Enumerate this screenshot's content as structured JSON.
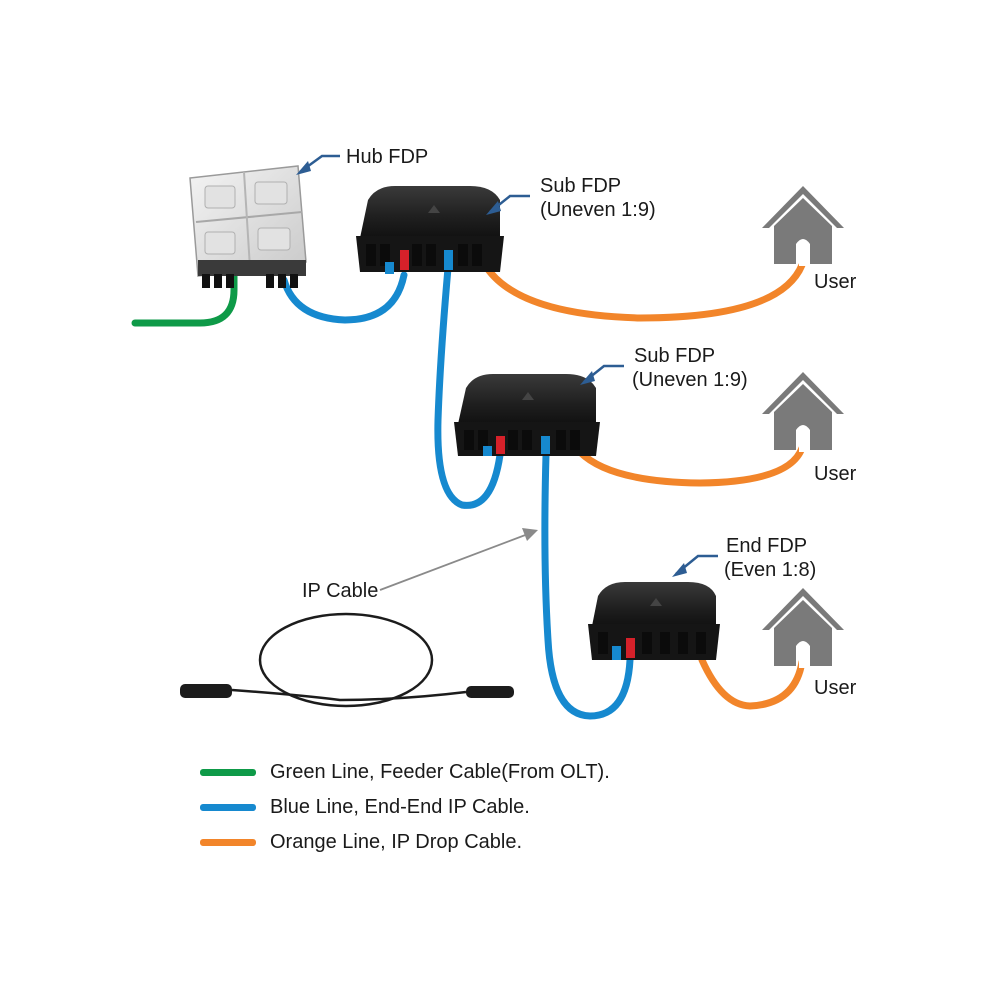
{
  "labels": {
    "hub_fdp": "Hub FDP",
    "sub_fdp_1_title": "Sub FDP",
    "sub_fdp_1_ratio": "(Uneven 1:9)",
    "sub_fdp_2_title": "Sub FDP",
    "sub_fdp_2_ratio": "(Uneven 1:9)",
    "end_fdp_title": "End FDP",
    "end_fdp_ratio": "(Even 1:8)",
    "user_1": "User",
    "user_2": "User",
    "user_3": "User",
    "ip_cable": "IP Cable"
  },
  "legend": [
    {
      "color": "#0e9a48",
      "text": "Green Line, Feeder Cable(From OLT)."
    },
    {
      "color": "#1689cf",
      "text": "Blue Line, End-End IP Cable."
    },
    {
      "color": "#f2852a",
      "text": "Orange Line, IP Drop Cable."
    }
  ],
  "colors": {
    "feeder": "#0e9a48",
    "ip": "#1689cf",
    "drop": "#f2852a",
    "arrow": "#2d5d93",
    "house": "#7a7a7a"
  }
}
